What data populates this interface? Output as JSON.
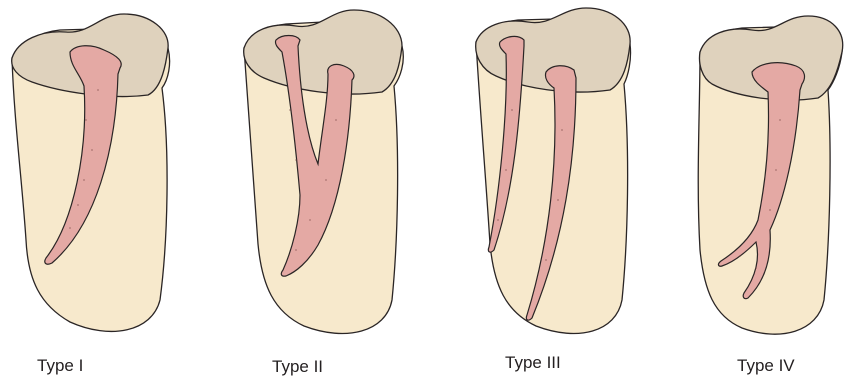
{
  "figure": {
    "colors": {
      "root": "#f7e9cc",
      "crown_top": "#dfd2bd",
      "canal": "#e4a9a4",
      "outline": "#2a2525"
    },
    "teeth": [
      {
        "label": "Type I"
      },
      {
        "label": "Type II"
      },
      {
        "label": "Type III"
      },
      {
        "label": "Type IV"
      }
    ]
  }
}
